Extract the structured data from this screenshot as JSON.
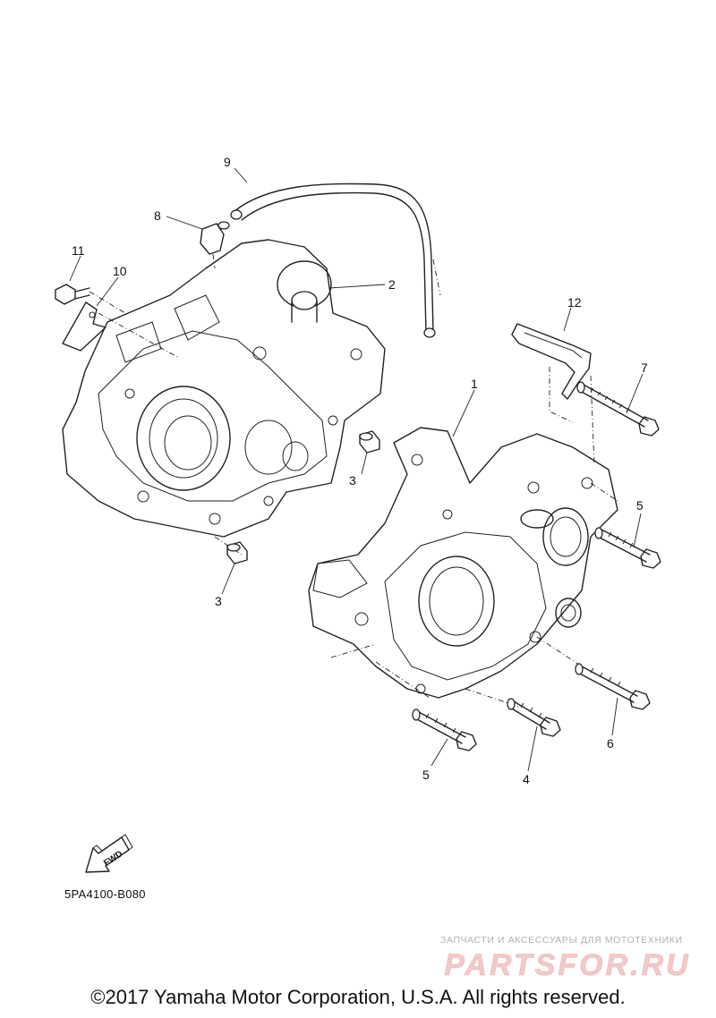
{
  "callouts": {
    "c1": "1",
    "c2": "2",
    "c3a": "3",
    "c3b": "3",
    "c4": "4",
    "c5a": "5",
    "c5b": "5",
    "c6": "6",
    "c7": "7",
    "c8": "8",
    "c9": "9",
    "c10": "10",
    "c11": "11",
    "c12": "12"
  },
  "fwd_label": "FWD",
  "diagram_code": "5PA4100-B080",
  "watermark": {
    "tagline": "ЗАПЧАСТИ И АКСЕССУАРЫ ДЛЯ МОТОТЕХНИКИ",
    "brand": "PARTSFOR.RU",
    "brand_color": "#f2c9c9"
  },
  "copyright": "©2017 Yamaha Motor Corporation, U.S.A. All rights reserved."
}
